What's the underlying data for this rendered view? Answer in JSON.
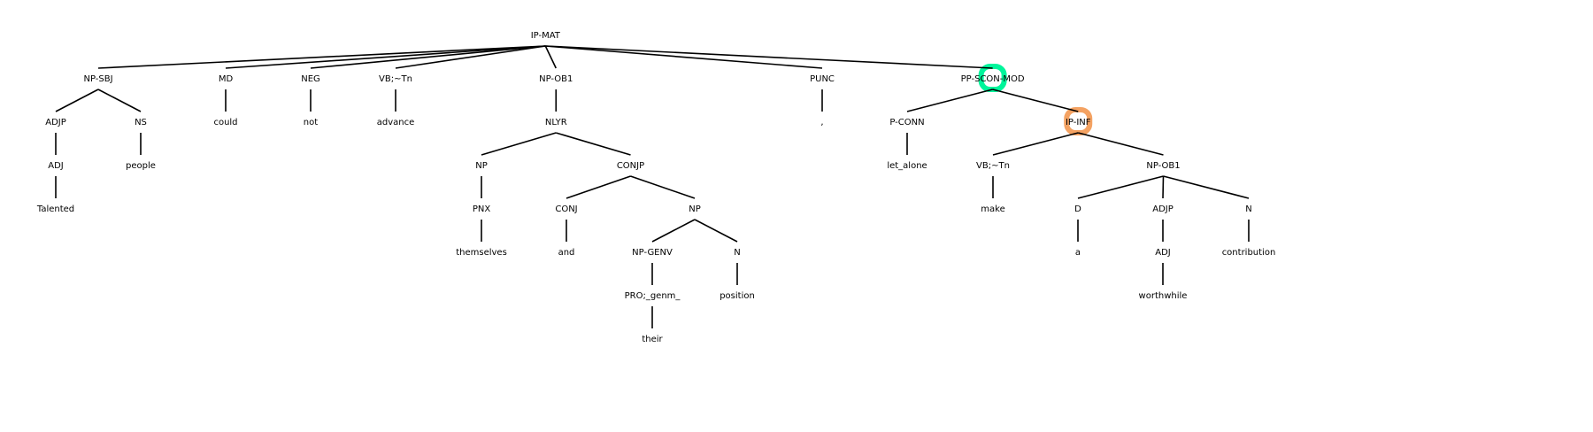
{
  "colors": {
    "highlight_primary": "#00f59b",
    "highlight_secondary": "#f4a262",
    "ink": "#000000",
    "background": "#ffffff"
  },
  "tree": {
    "label": "IP-MAT",
    "children": [
      {
        "label": "NP-SBJ",
        "children": [
          {
            "label": "ADJP",
            "children": [
              {
                "label": "ADJ",
                "children": [
                  {
                    "label": "Talented"
                  }
                ]
              }
            ]
          },
          {
            "label": "NS",
            "children": [
              {
                "label": "people"
              }
            ]
          }
        ]
      },
      {
        "label": "MD",
        "children": [
          {
            "label": "could"
          }
        ]
      },
      {
        "label": "NEG",
        "children": [
          {
            "label": "not"
          }
        ]
      },
      {
        "label": "VB;~Tn",
        "children": [
          {
            "label": "advance"
          }
        ]
      },
      {
        "label": "NP-OB1",
        "children": [
          {
            "label": "NLYR",
            "children": [
              {
                "label": "NP",
                "children": [
                  {
                    "label": "PNX",
                    "children": [
                      {
                        "label": "themselves"
                      }
                    ]
                  }
                ]
              },
              {
                "label": "CONJP",
                "children": [
                  {
                    "label": "CONJ",
                    "children": [
                      {
                        "label": "and"
                      }
                    ]
                  },
                  {
                    "label": "NP",
                    "children": [
                      {
                        "label": "NP-GENV",
                        "children": [
                          {
                            "label": "PRO;_genm_",
                            "children": [
                              {
                                "label": "their"
                              }
                            ]
                          }
                        ]
                      },
                      {
                        "label": "N",
                        "children": [
                          {
                            "label": "position"
                          }
                        ]
                      }
                    ]
                  }
                ]
              }
            ]
          }
        ]
      },
      {
        "label": "PUNC",
        "children": [
          {
            "label": ","
          }
        ]
      },
      {
        "label": "PP-SCON-MOD",
        "highlight": "primary",
        "children": [
          {
            "label": "P-CONN",
            "children": [
              {
                "label": "let_alone"
              }
            ]
          },
          {
            "label": "IP-INF",
            "highlight": "secondary",
            "children": [
              {
                "label": "VB;~Tn",
                "children": [
                  {
                    "label": "make"
                  }
                ]
              },
              {
                "label": "NP-OB1",
                "children": [
                  {
                    "label": "D",
                    "children": [
                      {
                        "label": "a"
                      }
                    ]
                  },
                  {
                    "label": "ADJP",
                    "children": [
                      {
                        "label": "ADJ",
                        "children": [
                          {
                            "label": "worthwhile"
                          }
                        ]
                      }
                    ]
                  },
                  {
                    "label": "N",
                    "children": [
                      {
                        "label": "contribution"
                      }
                    ]
                  }
                ]
              }
            ]
          }
        ]
      }
    ]
  }
}
